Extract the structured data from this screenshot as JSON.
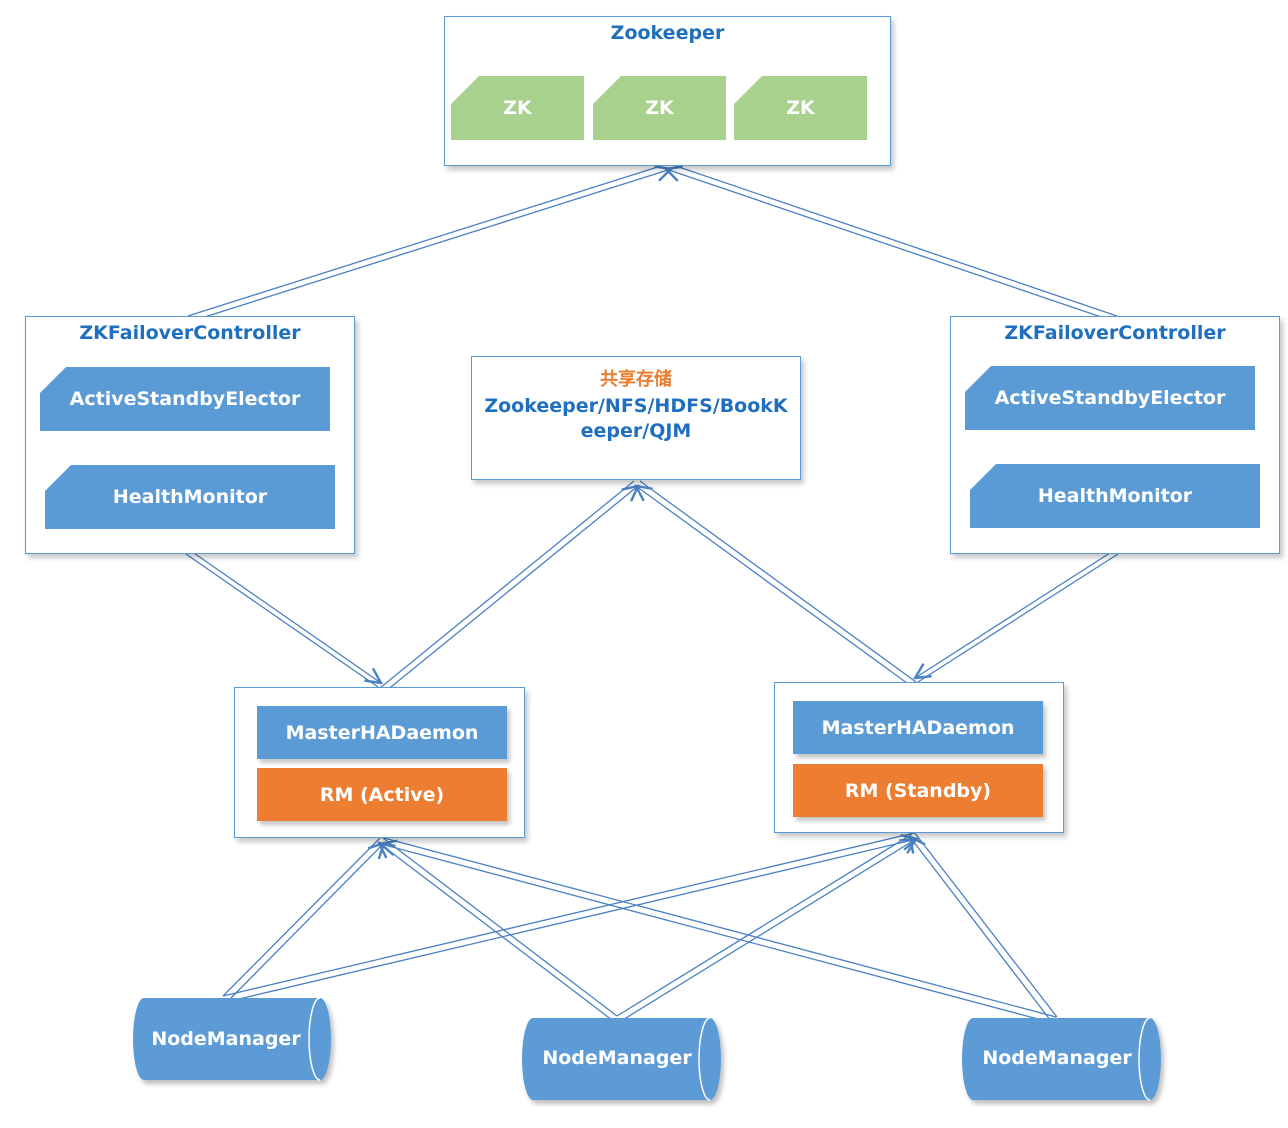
{
  "zookeeper": {
    "title": "Zookeeper",
    "nodes": [
      "ZK",
      "ZK",
      "ZK"
    ]
  },
  "zkfc_left": {
    "title": "ZKFailoverController",
    "elector": "ActiveStandbyElector",
    "monitor": "HealthMonitor"
  },
  "zkfc_right": {
    "title": "ZKFailoverController",
    "elector": "ActiveStandbyElector",
    "monitor": "HealthMonitor"
  },
  "shared_storage": {
    "title": "共享存储",
    "line1": "Zookeeper/NFS/HDFS/BookK",
    "line2": "eeper/QJM"
  },
  "rm_active": {
    "daemon": "MasterHADaemon",
    "role": "RM  (Active)"
  },
  "rm_standby": {
    "daemon": "MasterHADaemon",
    "role": "RM  (Standby)"
  },
  "node_managers": [
    "NodeManager",
    "NodeManager",
    "NodeManager"
  ],
  "colors": {
    "frame": "#5b9bd5",
    "blue": "#5b9bd5",
    "orange": "#ed7d31",
    "green": "#a9d18e",
    "title_blue": "#1f6fc0",
    "edge": "#4a80c4"
  }
}
